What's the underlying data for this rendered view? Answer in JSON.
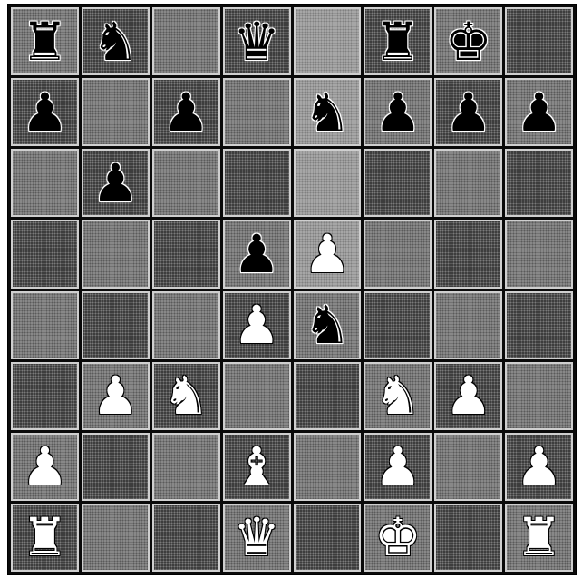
{
  "colors": {
    "light_square": "#8a8a8a",
    "dark_square": "#3a3a3a",
    "board_border": "#0a0a0a",
    "highlight": "#a8a8a8"
  },
  "board": {
    "rows": [
      [
        "black-rook",
        "black-knight",
        "",
        "black-queen",
        "",
        "black-rook",
        "black-king",
        ""
      ],
      [
        "black-pawn",
        "",
        "black-pawn",
        "",
        "black-knight",
        "black-pawn",
        "black-pawn",
        "black-pawn"
      ],
      [
        "",
        "black-pawn",
        "",
        "",
        "",
        "",
        "",
        ""
      ],
      [
        "",
        "",
        "",
        "black-pawn",
        "white-pawn",
        "",
        "",
        ""
      ],
      [
        "",
        "",
        "",
        "white-pawn",
        "black-knight",
        "",
        "",
        ""
      ],
      [
        "",
        "white-pawn",
        "white-knight",
        "",
        "",
        "white-knight",
        "white-pawn",
        ""
      ],
      [
        "white-pawn",
        "",
        "",
        "white-bishop",
        "",
        "white-pawn",
        "",
        "white-pawn"
      ],
      [
        "white-rook",
        "",
        "",
        "white-queen",
        "",
        "white-king",
        "",
        "white-rook"
      ]
    ]
  }
}
